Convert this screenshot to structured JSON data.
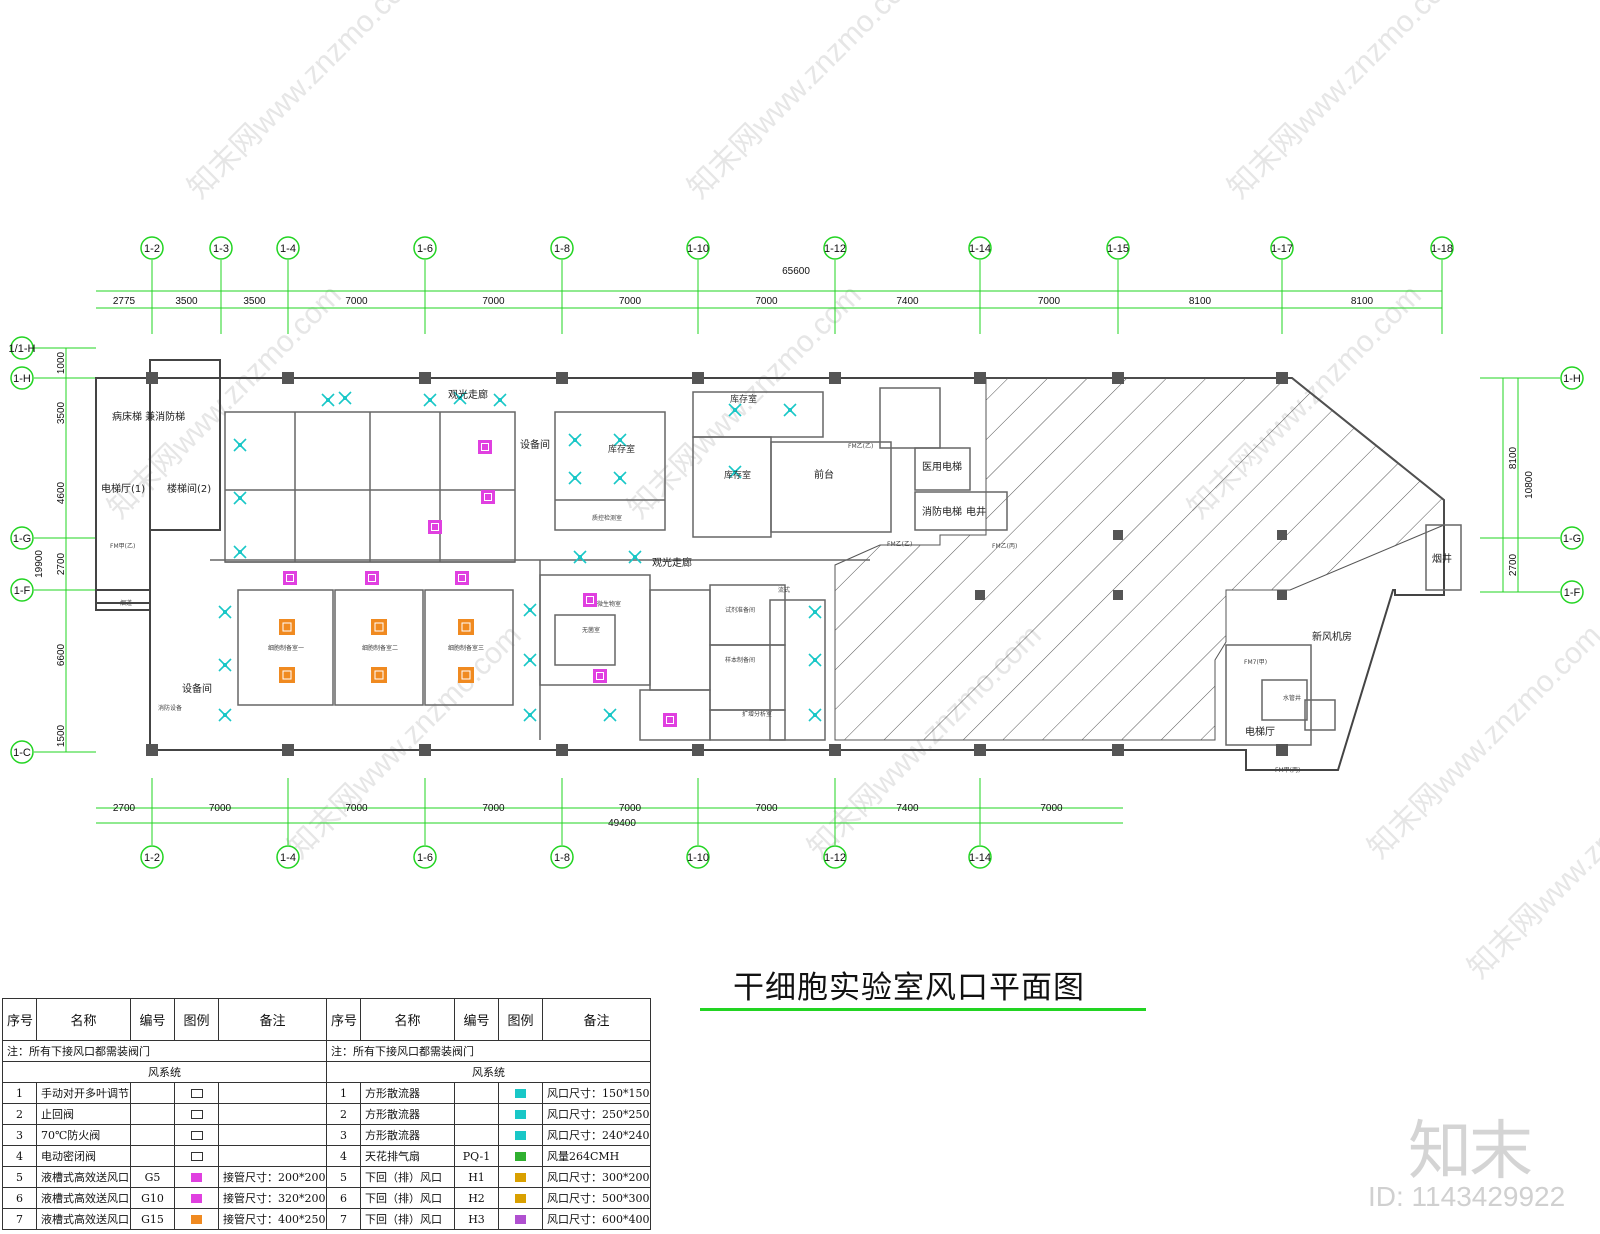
{
  "title": "干细胞实验室风口平面图",
  "grid_top": [
    "1-2",
    "1-3",
    "1-4",
    "1-6",
    "1-8",
    "1-10",
    "1-12",
    "1-14",
    "1-15",
    "1-17",
    "1-18"
  ],
  "grid_bottom": [
    "1-2",
    "1-4",
    "1-6",
    "1-8",
    "1-10",
    "1-12",
    "1-14"
  ],
  "grid_left": [
    "1/1-H",
    "1-H",
    "1-G",
    "1-F",
    "1-C"
  ],
  "grid_right": [
    "1-H",
    "1-G",
    "1-F"
  ],
  "dims_top": [
    "2775",
    "3500",
    "3500",
    "7000",
    "7000",
    "7000",
    "7000",
    "7400",
    "7000",
    "8100",
    "8100"
  ],
  "dim_top_total": "65600",
  "dims_bottom": [
    "2700",
    "7000",
    "7000",
    "7000",
    "7000",
    "7000",
    "7400",
    "7000"
  ],
  "dim_bottom_total": "49400",
  "dims_left": [
    "1000",
    "3500",
    "4600",
    "2700",
    "6600",
    "1500"
  ],
  "dim_left_total": "19900",
  "dims_right": [
    "8100",
    "2700"
  ],
  "dim_right_total": "10800",
  "rooms": {
    "corridor_top": "观光走廊",
    "corridor_mid": "观光走廊",
    "equip_top": "设备间",
    "equip_left": "设备间",
    "stair": "楼梯间(2)",
    "elev_hall": "电梯厅(1)",
    "sickbed_elev": "病床梯\n兼消防梯",
    "reception": "前台",
    "elevator_hospital": "医用电梯",
    "fire_elev": "消防电梯",
    "shaft": "电井",
    "smoke_shaft": "烟井",
    "fresh_air": "新风机房",
    "elev_hall2": "电梯厅",
    "water_shaft": "水管井",
    "storage1": "库存室",
    "storage2": "库存室",
    "storage3": "库存室",
    "prep1": "细胞制备室一",
    "prep2": "细胞制备室二",
    "prep3": "细胞制备室三",
    "qc": "质控检测室",
    "reagent": "试剂准备间",
    "sample_prep": "样本制备间",
    "flow": "流式",
    "expand": "扩增分析室",
    "sterile": "无菌室",
    "micro": "微生物室",
    "flue": "烟道",
    "fire_dept": "消防设备",
    "doors": [
      "FM甲(乙)",
      "FM乙(乙)",
      "FM乙(乙)",
      "FM乙(丙)",
      "FM7(甲)",
      "FM甲(丙)"
    ]
  },
  "legend_left": {
    "headers": [
      "序号",
      "名称",
      "编号",
      "图例",
      "备注"
    ],
    "note": "注：所有下接风口都需装阀门",
    "section": "风系统",
    "rows": [
      {
        "no": "1",
        "name": "手动对开多叶调节阀",
        "code": "",
        "icon": "damper-icon",
        "remark": ""
      },
      {
        "no": "2",
        "name": "止回阀",
        "code": "",
        "icon": "check-valve-icon",
        "remark": ""
      },
      {
        "no": "3",
        "name": "70℃防火阀",
        "code": "",
        "icon": "fire-damper-icon",
        "remark": ""
      },
      {
        "no": "4",
        "name": "电动密闭阀",
        "code": "",
        "icon": "electric-valve-icon",
        "remark": ""
      },
      {
        "no": "5",
        "name": "液槽式高效送风口",
        "code": "G5",
        "icon": "hepa-g5-icon",
        "remark": "接管尺寸：200*200"
      },
      {
        "no": "6",
        "name": "液槽式高效送风口",
        "code": "G10",
        "icon": "hepa-g10-icon",
        "remark": "接管尺寸：320*200"
      },
      {
        "no": "7",
        "name": "液槽式高效送风口",
        "code": "G15",
        "icon": "hepa-g15-icon",
        "remark": "接管尺寸：400*250"
      }
    ]
  },
  "legend_right": {
    "headers": [
      "序号",
      "名称",
      "编号",
      "图例",
      "备注"
    ],
    "note": "注：所有下接风口都需装阀门",
    "section": "风系统",
    "rows": [
      {
        "no": "1",
        "name": "方形散流器",
        "code": "",
        "icon": "diffuser-150-icon",
        "remark": "风口尺寸：150*150"
      },
      {
        "no": "2",
        "name": "方形散流器",
        "code": "",
        "icon": "diffuser-250-icon",
        "remark": "风口尺寸：250*250"
      },
      {
        "no": "3",
        "name": "方形散流器",
        "code": "",
        "icon": "diffuser-240-icon",
        "remark": "风口尺寸：240*240"
      },
      {
        "no": "4",
        "name": "天花排气扇",
        "code": "PQ-1",
        "icon": "exhaust-fan-icon",
        "remark": "风量264CMH"
      },
      {
        "no": "5",
        "name": "下回（排）风口",
        "code": "H1",
        "icon": "return-h1-icon",
        "remark": "风口尺寸：300*200"
      },
      {
        "no": "6",
        "name": "下回（排）风口",
        "code": "H2",
        "icon": "return-h2-icon",
        "remark": "风口尺寸：500*300"
      },
      {
        "no": "7",
        "name": "下回（排）风口",
        "code": "H3",
        "icon": "return-h3-icon",
        "remark": "风口尺寸：600*400"
      }
    ]
  },
  "watermark": "知末网www.znzmo.com",
  "logo": "知末",
  "id_text": "ID: 1143429922",
  "colors": {
    "grid_line": "#22d422",
    "diffuser": "#19c7c7",
    "hepa_magenta": "#e040e0",
    "hepa_orange": "#f08a20",
    "hatch": "#555555",
    "wall": "#444444"
  }
}
